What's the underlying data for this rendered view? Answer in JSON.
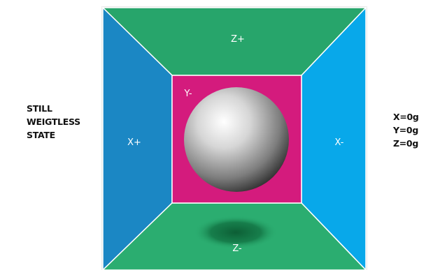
{
  "state_caption": [
    "STILL",
    "WEIGTLESS",
    "STATE"
  ],
  "axis_readout": {
    "x": "X=0g",
    "y": "Y=0g",
    "z": "Z=0g"
  },
  "faces": {
    "top": {
      "label": "Z+",
      "color": "#27a56b"
    },
    "bottom": {
      "label": "Z-",
      "color": "#2bad70"
    },
    "left": {
      "label": "X+",
      "color": "#1b87c4"
    },
    "right": {
      "label": "X-",
      "color": "#08a8ea"
    },
    "back": {
      "label": "Y-",
      "color": "#d41b7d"
    }
  },
  "ball": {
    "highlight_color": "#ffffff",
    "shadow_color": "#2e2e2e"
  },
  "ground_shadow_color": "#0b5a32"
}
